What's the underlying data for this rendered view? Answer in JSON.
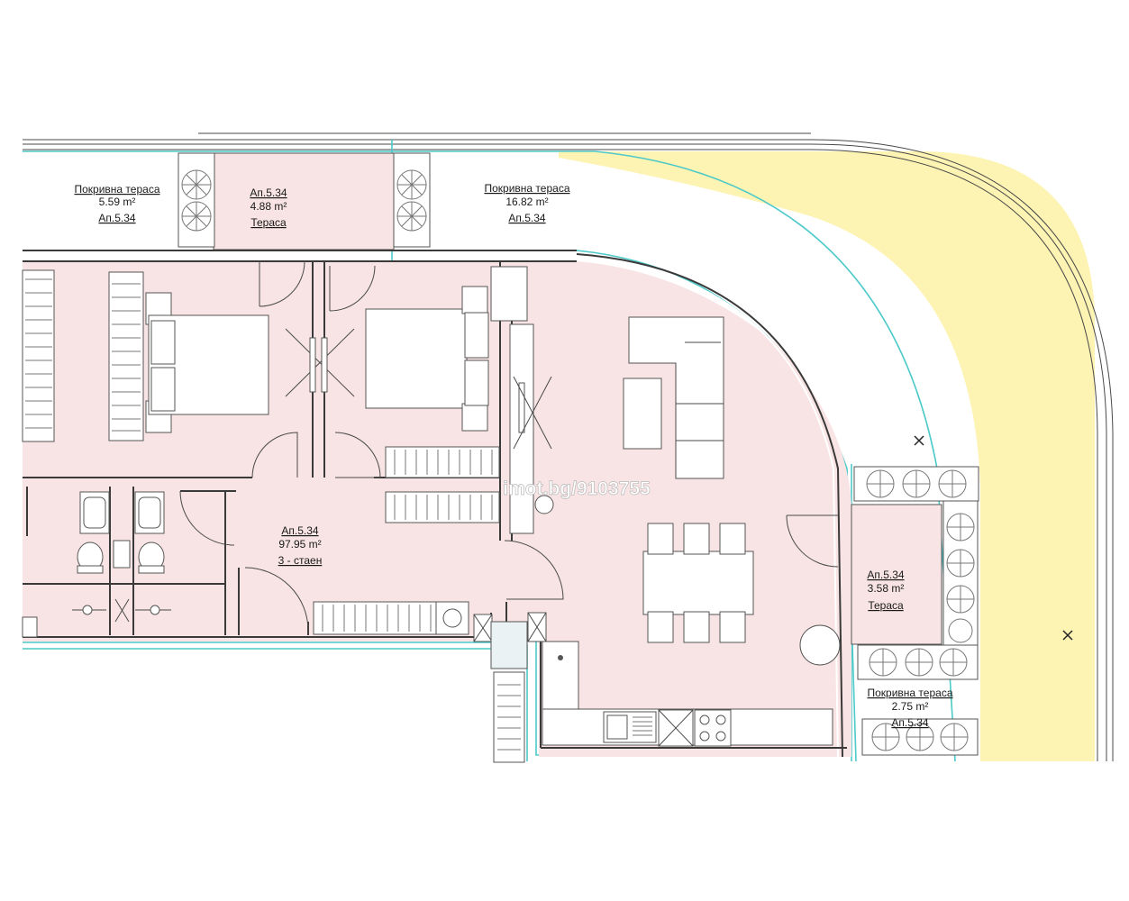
{
  "watermark": "imot.bg/9103755",
  "colors": {
    "apartment_fill": "#f8e4e4",
    "terrace_green": "#fdf3b3",
    "cyan_lines": "#4cc9c9",
    "walls": "#3a3a3a"
  },
  "labels": {
    "roof_terrace_left": {
      "line1": "Покривна тераса",
      "line2": "5.59 m²",
      "line3": "Ап.5.34"
    },
    "terrace_top": {
      "line1": "Ап.5.34",
      "line2": "4.88 m²",
      "line3": "Тераса"
    },
    "roof_terrace_center": {
      "line1": "Покривна тераса",
      "line2": "16.82 m²",
      "line3": "Ап.5.34"
    },
    "apartment": {
      "line1": "Ап.5.34",
      "line2": "97.95 m²",
      "line3": "3 - стаен"
    },
    "terrace_right": {
      "line1": "Ап.5.34",
      "line2": "3.58 m²",
      "line3": "Тераса"
    },
    "roof_terrace_bottom": {
      "line1": "Покривна тераса",
      "line2": "2.75 m²",
      "line3": "Ап.5.34"
    }
  }
}
